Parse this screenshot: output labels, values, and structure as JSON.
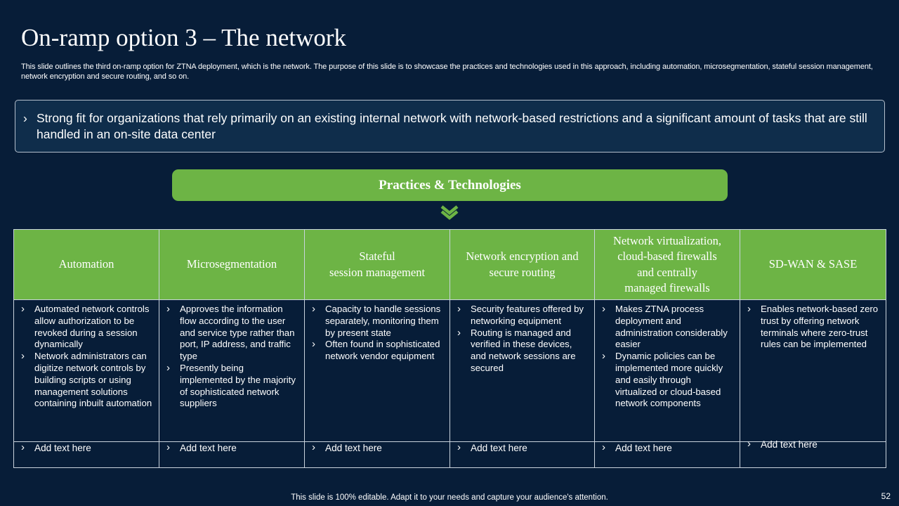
{
  "slide": {
    "title": "On-ramp option 3 – The network",
    "subtitle": "This slide outlines the third on-ramp option for ZTNA deployment, which is the network. The purpose of this slide is to showcase the practices and technologies used in this approach, including automation, microsegmentation, stateful session management, network encryption and secure routing, and so on.",
    "fit_text": "Strong fit for organizations that rely primarily on an existing internal network with network-based restrictions and a significant amount of tasks that are still handled in an on-site data center",
    "banner": "Practices & Technologies",
    "footer": "This slide is 100% editable. Adapt it to your needs and capture your audience's attention.",
    "page_number": "52"
  },
  "colors": {
    "background": "#071d38",
    "accent_green": "#6db445",
    "box_fill": "#0f2d4b"
  },
  "icons": {
    "bullet": "chevron-right-icon",
    "down_arrow": "double-chevron-down-icon"
  },
  "columns": [
    {
      "header": [
        "Automation"
      ],
      "bullets": [
        "Automated network controls allow authorization to be revoked during a session dynamically",
        "Network administrators can digitize network controls by building scripts or using management solutions containing inbuilt automation"
      ],
      "footer": "Add text here"
    },
    {
      "header": [
        "Microsegmentation"
      ],
      "bullets": [
        "Approves the information flow according to the user and service type rather than port, IP address, and traffic type",
        "Presently being implemented by the majority of sophisticated network suppliers"
      ],
      "footer": "Add text here"
    },
    {
      "header": [
        "Stateful",
        "session management"
      ],
      "bullets": [
        "Capacity to handle sessions separately, monitoring them by present state",
        "Often found in sophisticated network vendor equipment"
      ],
      "footer": "Add text here"
    },
    {
      "header": [
        "Network encryption and",
        "secure routing"
      ],
      "bullets": [
        "Security features offered by networking equipment",
        "Routing is managed and verified in these devices, and network sessions are secured"
      ],
      "footer": "Add text here"
    },
    {
      "header": [
        "Network virtualization,",
        "cloud-based firewalls",
        "and centrally",
        "managed firewalls"
      ],
      "bullets": [
        "Makes ZTNA process deployment and administration considerably easier",
        "Dynamic policies can be implemented more quickly and easily through virtualized or cloud-based network components"
      ],
      "footer": "Add text here"
    },
    {
      "header": [
        "SD-WAN & SASE"
      ],
      "bullets": [
        "Enables network-based zero trust by offering network terminals where zero-trust rules can be implemented"
      ],
      "footer": "Add text here"
    }
  ]
}
